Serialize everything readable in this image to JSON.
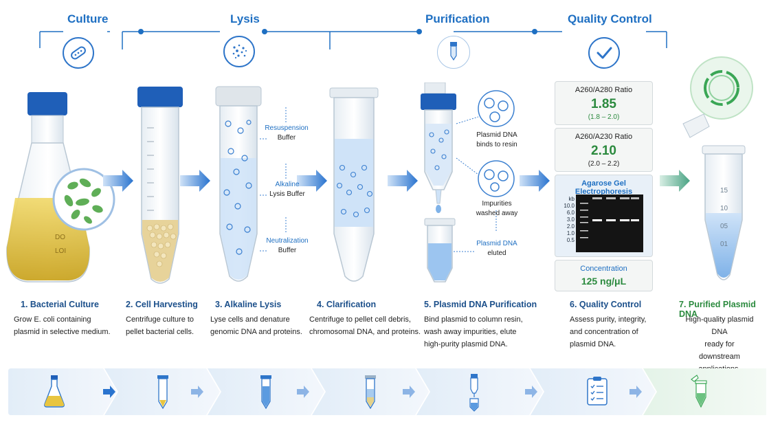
{
  "phases": [
    "Culture",
    "Lysis",
    "Purification",
    "Quality Control"
  ],
  "steps": [
    {
      "title": "1. Bacterial Culture",
      "desc": [
        "Grow E. coli containing",
        "plasmid in selective medium."
      ]
    },
    {
      "title": "2. Cell Harvesting",
      "desc": [
        "Centrifuge culture to",
        "pellet bacterial cells."
      ]
    },
    {
      "title": "3. Alkaline Lysis",
      "desc": [
        "Lyse cells and denature",
        "genomic DNA and proteins."
      ]
    },
    {
      "title": "4. Clarification",
      "desc": [
        "Centrifuge to pellet cell debris,",
        "chromosomal DNA, and proteins."
      ]
    },
    {
      "title": "5. Plasmid DNA Purification",
      "desc": [
        "Bind plasmid to column resin,",
        "wash away impurities, elute",
        "high-purity plasmid DNA."
      ]
    },
    {
      "title": "6. Quality Control",
      "desc": [
        "Assess purity, integrity,",
        "and concentration of",
        "plasmid DNA."
      ]
    },
    {
      "title": "7. Purified Plasmid DNA",
      "desc": [
        "High-quality plasmid DNA",
        "ready for downstream",
        "applications."
      ]
    }
  ],
  "lysis_labels": {
    "resuspension": "Resuspension",
    "resuspension_sub": "Buffer",
    "alkaline": "Alkaline",
    "alkaline_sub": "Lysis Buffer",
    "neutralization": "Neutralization",
    "neutralization_sub": "Buffer"
  },
  "purification_labels": {
    "binds_1": "Plasmid DNA",
    "binds_2": "binds to resin",
    "impurities_1": "Impurities",
    "impurities_2": "washed away",
    "eluted_1": "Plasmid DNA",
    "eluted_2": "eluted"
  },
  "qc": {
    "a280_label": "A260/A280 Ratio",
    "a280_value": "1.85",
    "a280_range": "(1.8 – 2.0)",
    "a230_label": "A260/A230 Ratio",
    "a230_value": "2.10",
    "a230_range": "(2.0 – 2.2)",
    "gel_title": "Agarose Gel Electrophoresis",
    "gel_kb": "kb",
    "gel_sizes": [
      "10.0",
      "6.0",
      "3.0",
      "2.0",
      "1.0",
      "0.5"
    ],
    "conc_label": "Concentration",
    "conc_value": "125 ng/μL"
  },
  "flask_marks": [
    "DO",
    "LOI"
  ],
  "tube_marks": [
    "15",
    "10",
    "05",
    "01"
  ],
  "colors": {
    "brand_blue": "#1e6fc2",
    "green": "#2b8a3e",
    "light_band": "#eaf1f9"
  },
  "bottom_icons": [
    "flask-icon",
    "tube-pellet-icon",
    "tube-blue-icon",
    "tube-clarified-icon",
    "column-icon",
    "clipboard-checklist-icon",
    "microtube-green-icon"
  ]
}
